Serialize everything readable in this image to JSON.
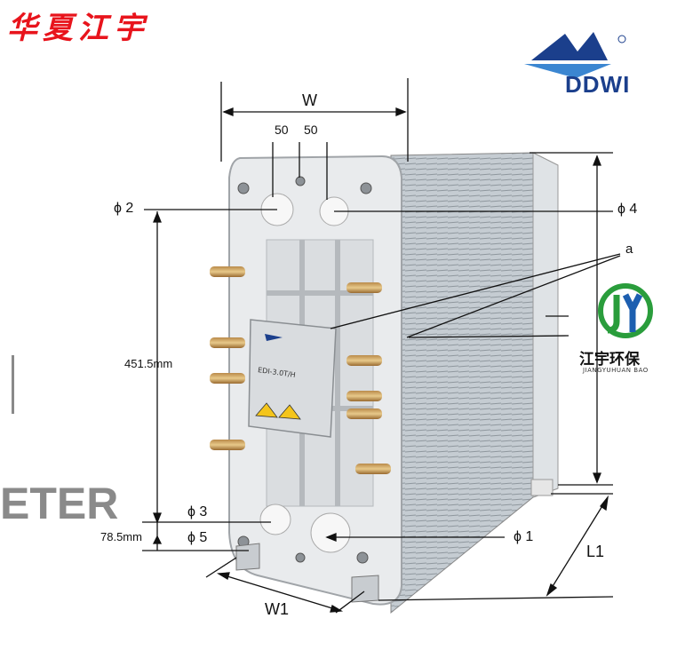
{
  "header": {
    "title": "华夏江宇"
  },
  "logos": {
    "ddwi": {
      "text": "DDWI",
      "color": "#1b3f8c"
    },
    "jiangyu": {
      "cn": "江宇环保",
      "en": "JIANGYUHUAN BAO",
      "green": "#2a9d3c",
      "blue": "#1d5fb0"
    }
  },
  "watermark": {
    "text": "ETER"
  },
  "product": {
    "module_label": "EDI-3.0T/H"
  },
  "dimensions": {
    "width": "W",
    "spacing_left": "50",
    "spacing_right": "50",
    "port_2": "ϕ 2",
    "port_4": "ϕ 4",
    "port_a": "a",
    "height": "451.5mm",
    "port_3": "ϕ 3",
    "port_5": "ϕ 5",
    "bottom_offset": "78.5mm",
    "port_1": "ϕ 1",
    "length": "L1",
    "base_width": "W1"
  }
}
